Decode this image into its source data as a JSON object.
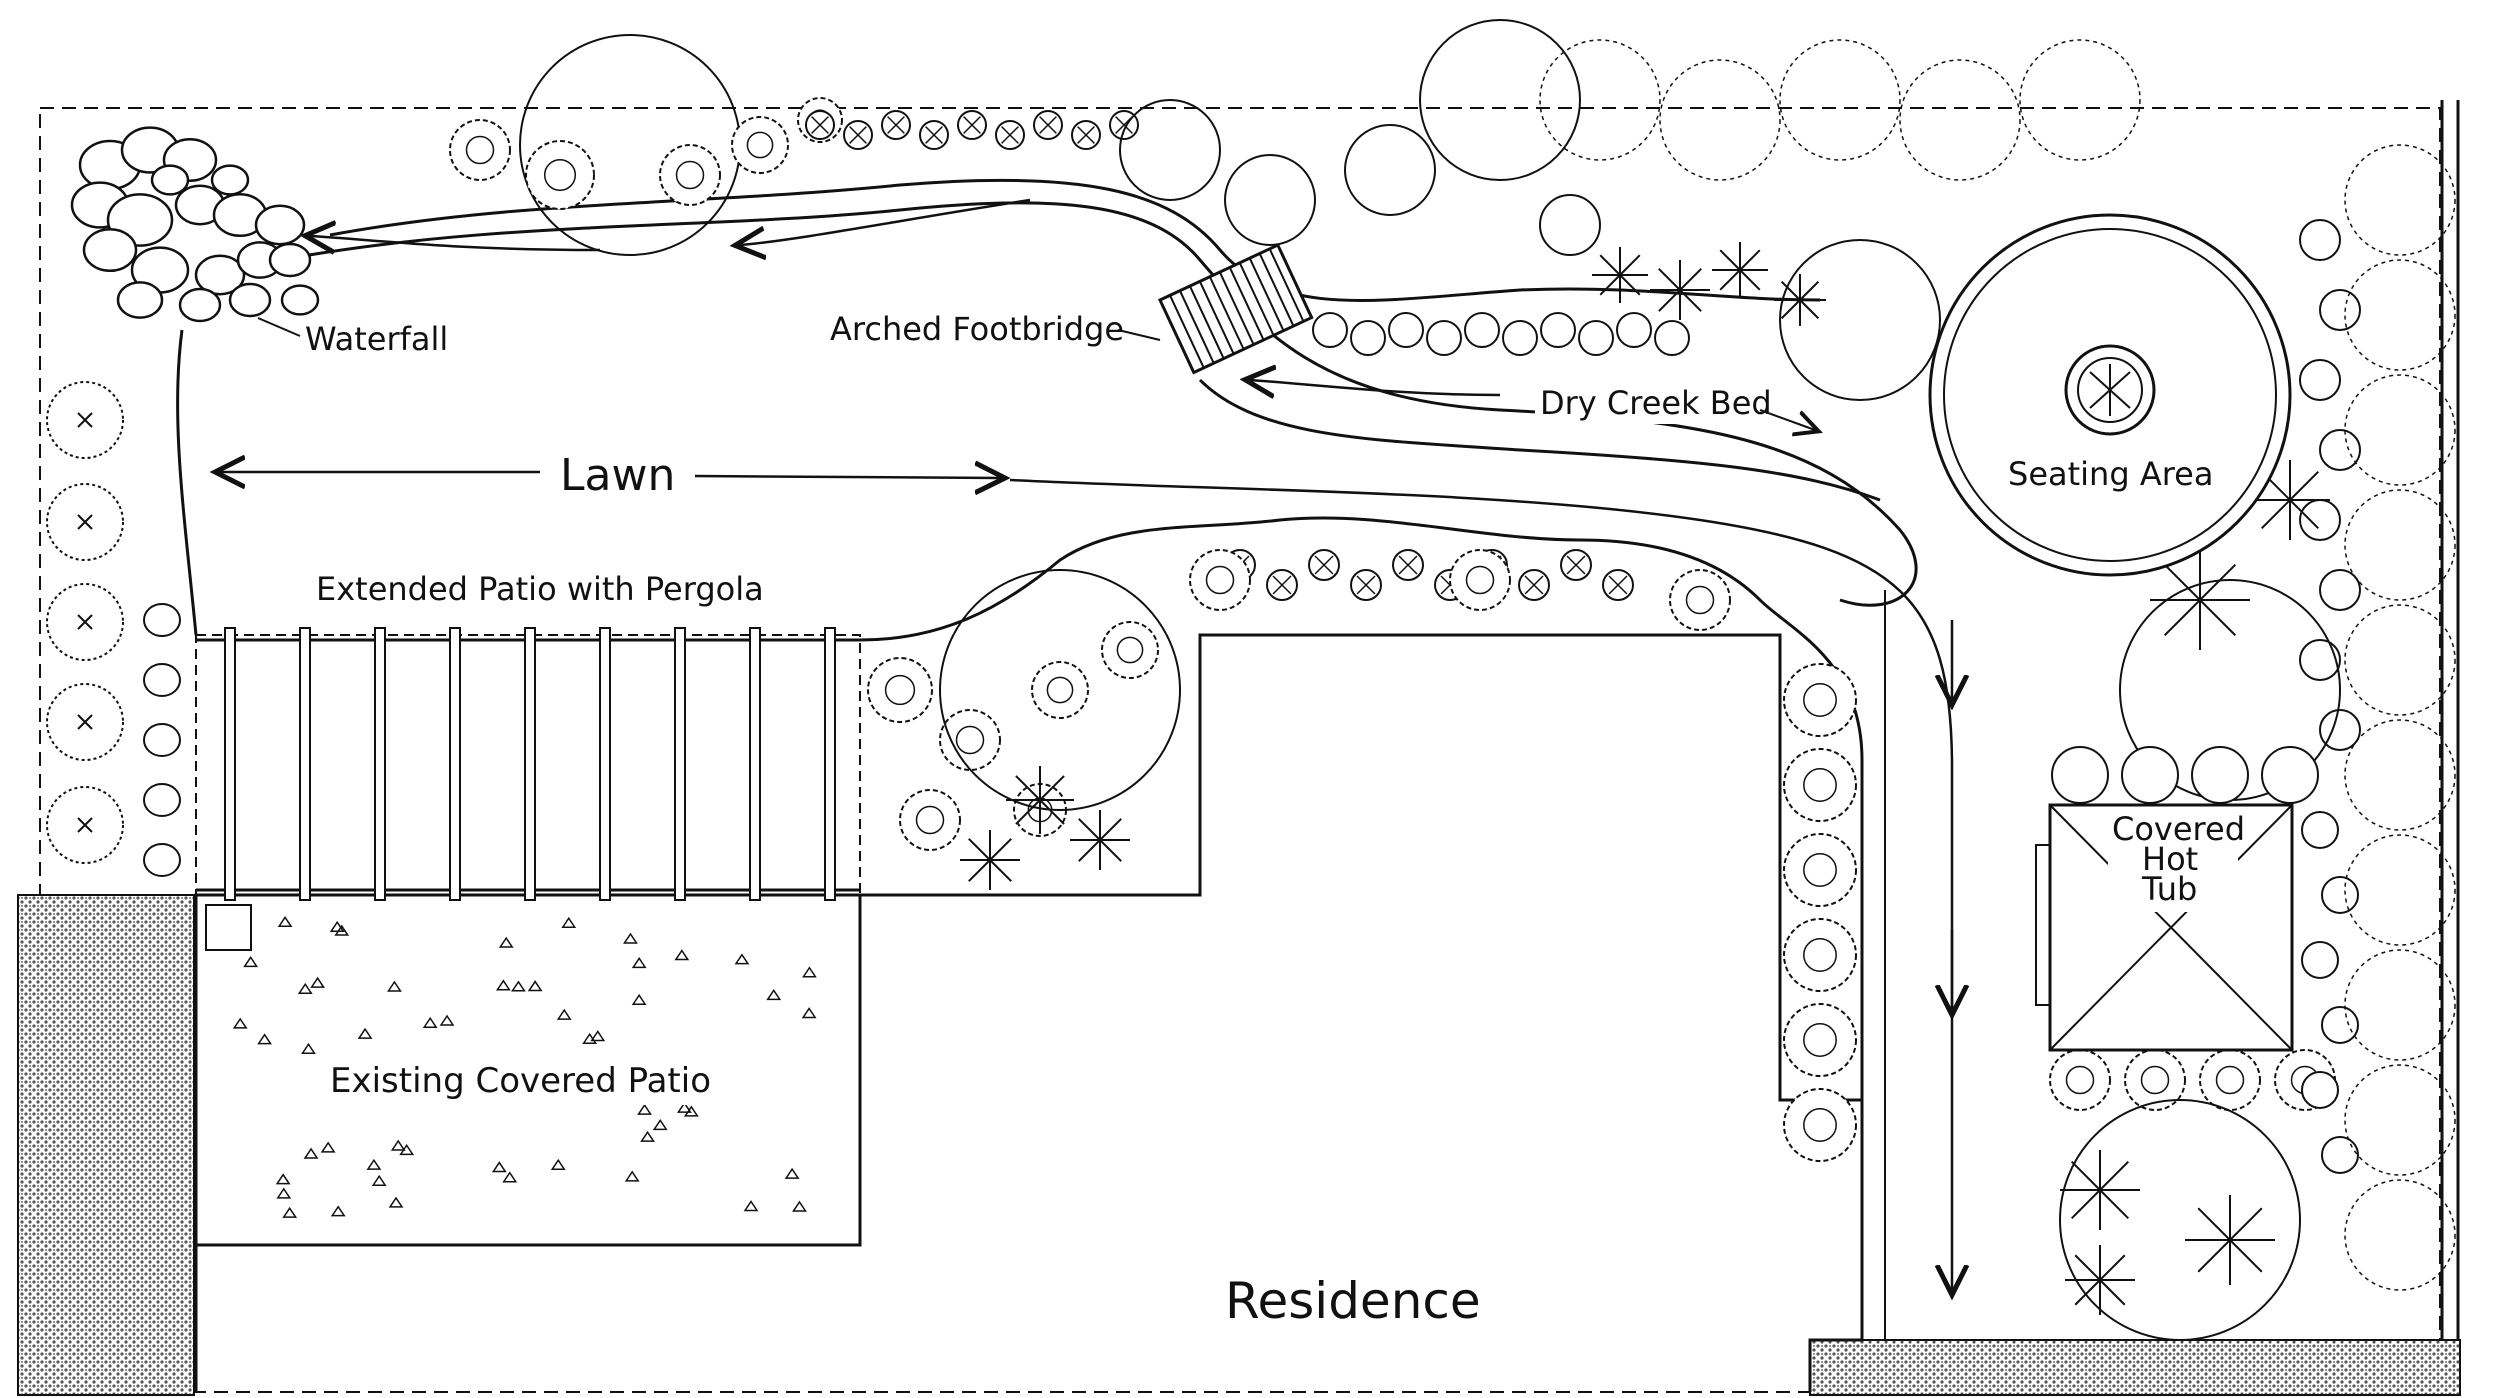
{
  "labels": {
    "waterfall": "Waterfall",
    "arched_footbridge": "Arched Footbridge",
    "lawn": "Lawn",
    "dry_creek_bed": "Dry Creek Bed",
    "seating_area": "Seating Area",
    "extended_patio": "Extended Patio with Pergola",
    "existing_covered_patio": "Existing Covered Patio",
    "covered_hot_tub_line1": "Covered",
    "covered_hot_tub_line2": "Hot",
    "covered_hot_tub_line3": "Tub",
    "residence": "Residence"
  },
  "colors": {
    "ink": "#111111",
    "paper": "#ffffff",
    "hatch": "#555555"
  }
}
